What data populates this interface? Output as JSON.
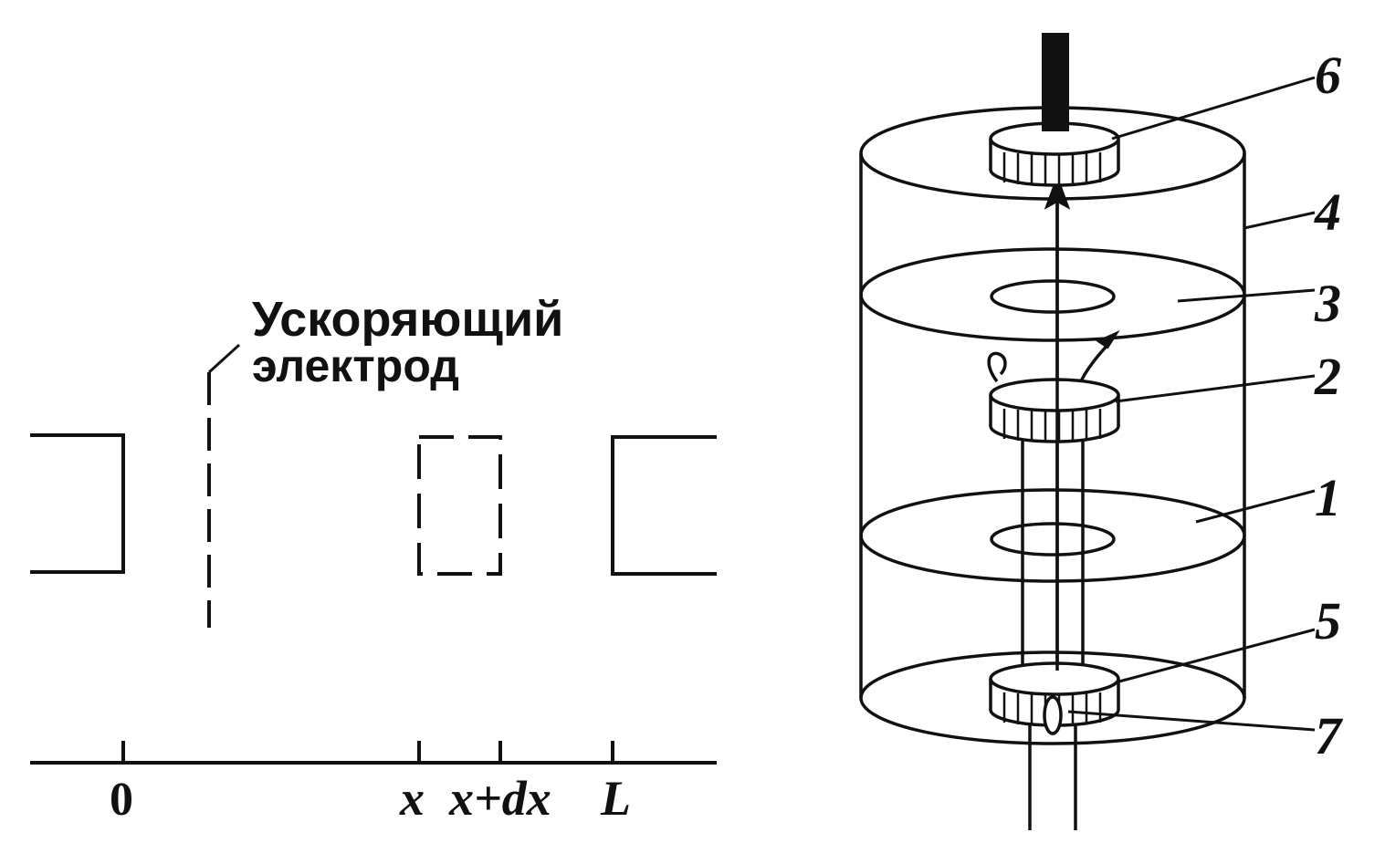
{
  "left_figure": {
    "electrode_label_line1": "Ускоряющий",
    "electrode_label_line2": "электрод",
    "axis_ticks": {
      "zero": "0",
      "x": "x",
      "x_plus_dx": "x+dx",
      "L": "L"
    }
  },
  "right_figure": {
    "callouts": {
      "c1": "1",
      "c2": "2",
      "c3": "3",
      "c4": "4",
      "c5": "5",
      "c6": "6",
      "c7": "7"
    }
  },
  "colors": {
    "ink": "#111111",
    "background": "#ffffff"
  }
}
